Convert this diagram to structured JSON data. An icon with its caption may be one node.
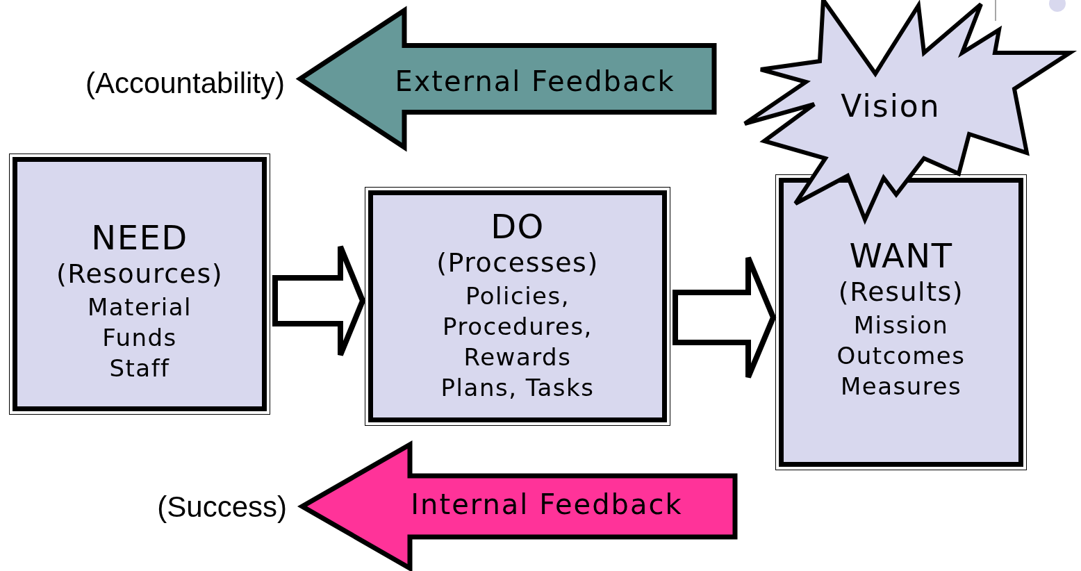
{
  "diagram": {
    "nodes": [
      {
        "text": [
          "NEED",
          "(Resources)",
          "Material",
          "Funds",
          "Staff"
        ]
      },
      {
        "text": [
          "DO",
          "(Processes)",
          "Policies,",
          "Procedures,",
          "Rewards",
          "Plans, Tasks"
        ]
      },
      {
        "text": [
          "WANT",
          "(Results)",
          "Mission",
          "Outcomes",
          "Measures"
        ]
      },
      {
        "text": [
          "Vision"
        ]
      },
      {
        "text": [
          "External Feedback"
        ],
        "beside": [
          "(Accountability)"
        ]
      },
      {
        "text": [
          "Internal Feedback"
        ],
        "beside": [
          "(Success)"
        ]
      }
    ],
    "edges": [
      {
        "from": 0,
        "to": 1,
        "arrow": "to"
      },
      {
        "from": 1,
        "to": 2,
        "arrow": "to"
      }
    ]
  }
}
